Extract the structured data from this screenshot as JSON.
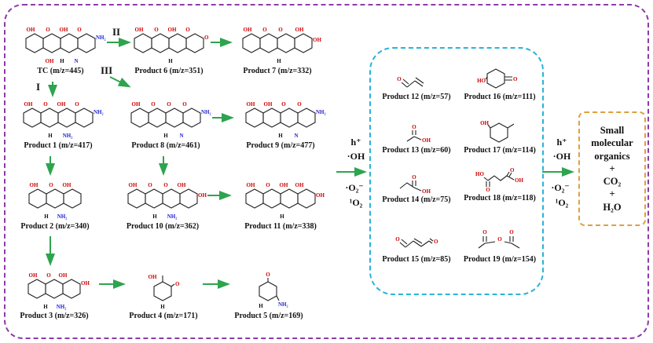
{
  "colors": {
    "frame_purple": "#8e3ba8",
    "intermediates_box_blue": "#2bb3d9",
    "final_box_orange": "#df9f3c",
    "arrow_green": "#2ea44f",
    "atom_oxygen_red": "#cc0000",
    "atom_nitrogen_blue": "#1f1fd6"
  },
  "pathway_labels": {
    "one": "I",
    "two": "II",
    "three": "III"
  },
  "radicals": {
    "h_plus": "h⁺",
    "hydroxyl": "·OH",
    "superoxide": "·O₂⁻",
    "singlet_oxygen": "¹O₂"
  },
  "products": [
    {
      "label": "TC (m/z=445)"
    },
    {
      "label": "Product 1 (m/z=417)"
    },
    {
      "label": "Product 2 (m/z=340)"
    },
    {
      "label": "Product 3 (m/z=326)"
    },
    {
      "label": "Product 4 (m/z=171)"
    },
    {
      "label": "Product 5 (m/z=169)"
    },
    {
      "label": "Product 6 (m/z=351)"
    },
    {
      "label": "Product 7 (m/z=332)"
    },
    {
      "label": "Product 8 (m/z=461)"
    },
    {
      "label": "Product 9 (m/z=477)"
    },
    {
      "label": "Product 10 (m/z=362)"
    },
    {
      "label": "Product 11 (m/z=338)"
    },
    {
      "label": "Product 12 (m/z=57)"
    },
    {
      "label": "Product 13 (m/z=60)"
    },
    {
      "label": "Product 14 (m/z=75)"
    },
    {
      "label": "Product 15 (m/z=85)"
    },
    {
      "label": "Product 16 (m/z=111)"
    },
    {
      "label": "Product 17 (m/z=114)"
    },
    {
      "label": "Product 18 (m/z=118)"
    },
    {
      "label": "Product 19 (m/z=154)"
    }
  ],
  "final_box": {
    "organics": "Small molecular organics",
    "plus1": "+",
    "co2": "CO₂",
    "plus2": "+",
    "h2o": "H₂O"
  },
  "atoms": {
    "tc": [
      "OH",
      "O",
      "OH",
      "O",
      "NH₂",
      "OH",
      "H",
      "N"
    ],
    "p1": [
      "OH",
      "O",
      "OH",
      "O",
      "NH₂",
      "NH₂",
      "H"
    ],
    "p2": [
      "OH",
      "O",
      "OH",
      "NH₂",
      "H"
    ],
    "p3": [
      "OH",
      "O",
      "OH",
      "OH",
      "NH₂",
      "H"
    ],
    "p4": [
      "OH",
      "O",
      "H"
    ],
    "p5": [
      "O",
      "NH₂",
      "H"
    ],
    "p6": [
      "OH",
      "O",
      "OH",
      "O",
      "O",
      "H"
    ],
    "p7": [
      "OH",
      "O",
      "O",
      "OH",
      "OH",
      "H"
    ],
    "p8": [
      "OH",
      "O",
      "O",
      "O",
      "NH₂",
      "N",
      "H"
    ],
    "p9": [
      "OH",
      "OH",
      "O",
      "O",
      "NH₂",
      "N",
      "H"
    ],
    "p10": [
      "OH",
      "O",
      "O",
      "OH",
      "OH",
      "NH₂",
      "H"
    ],
    "p11": [
      "OH",
      "O",
      "OH",
      "OH",
      "OH",
      "H"
    ],
    "p12": [
      "O"
    ],
    "p13": [
      "O",
      "OH"
    ],
    "p14": [
      "O",
      "OH"
    ],
    "p15": [
      "O",
      "O"
    ],
    "p16": [
      "HO",
      "O"
    ],
    "p17": [
      "OH"
    ],
    "p18": [
      "HO",
      "O",
      "O",
      "OH"
    ],
    "p19": [
      "O",
      "O",
      "O"
    ]
  }
}
